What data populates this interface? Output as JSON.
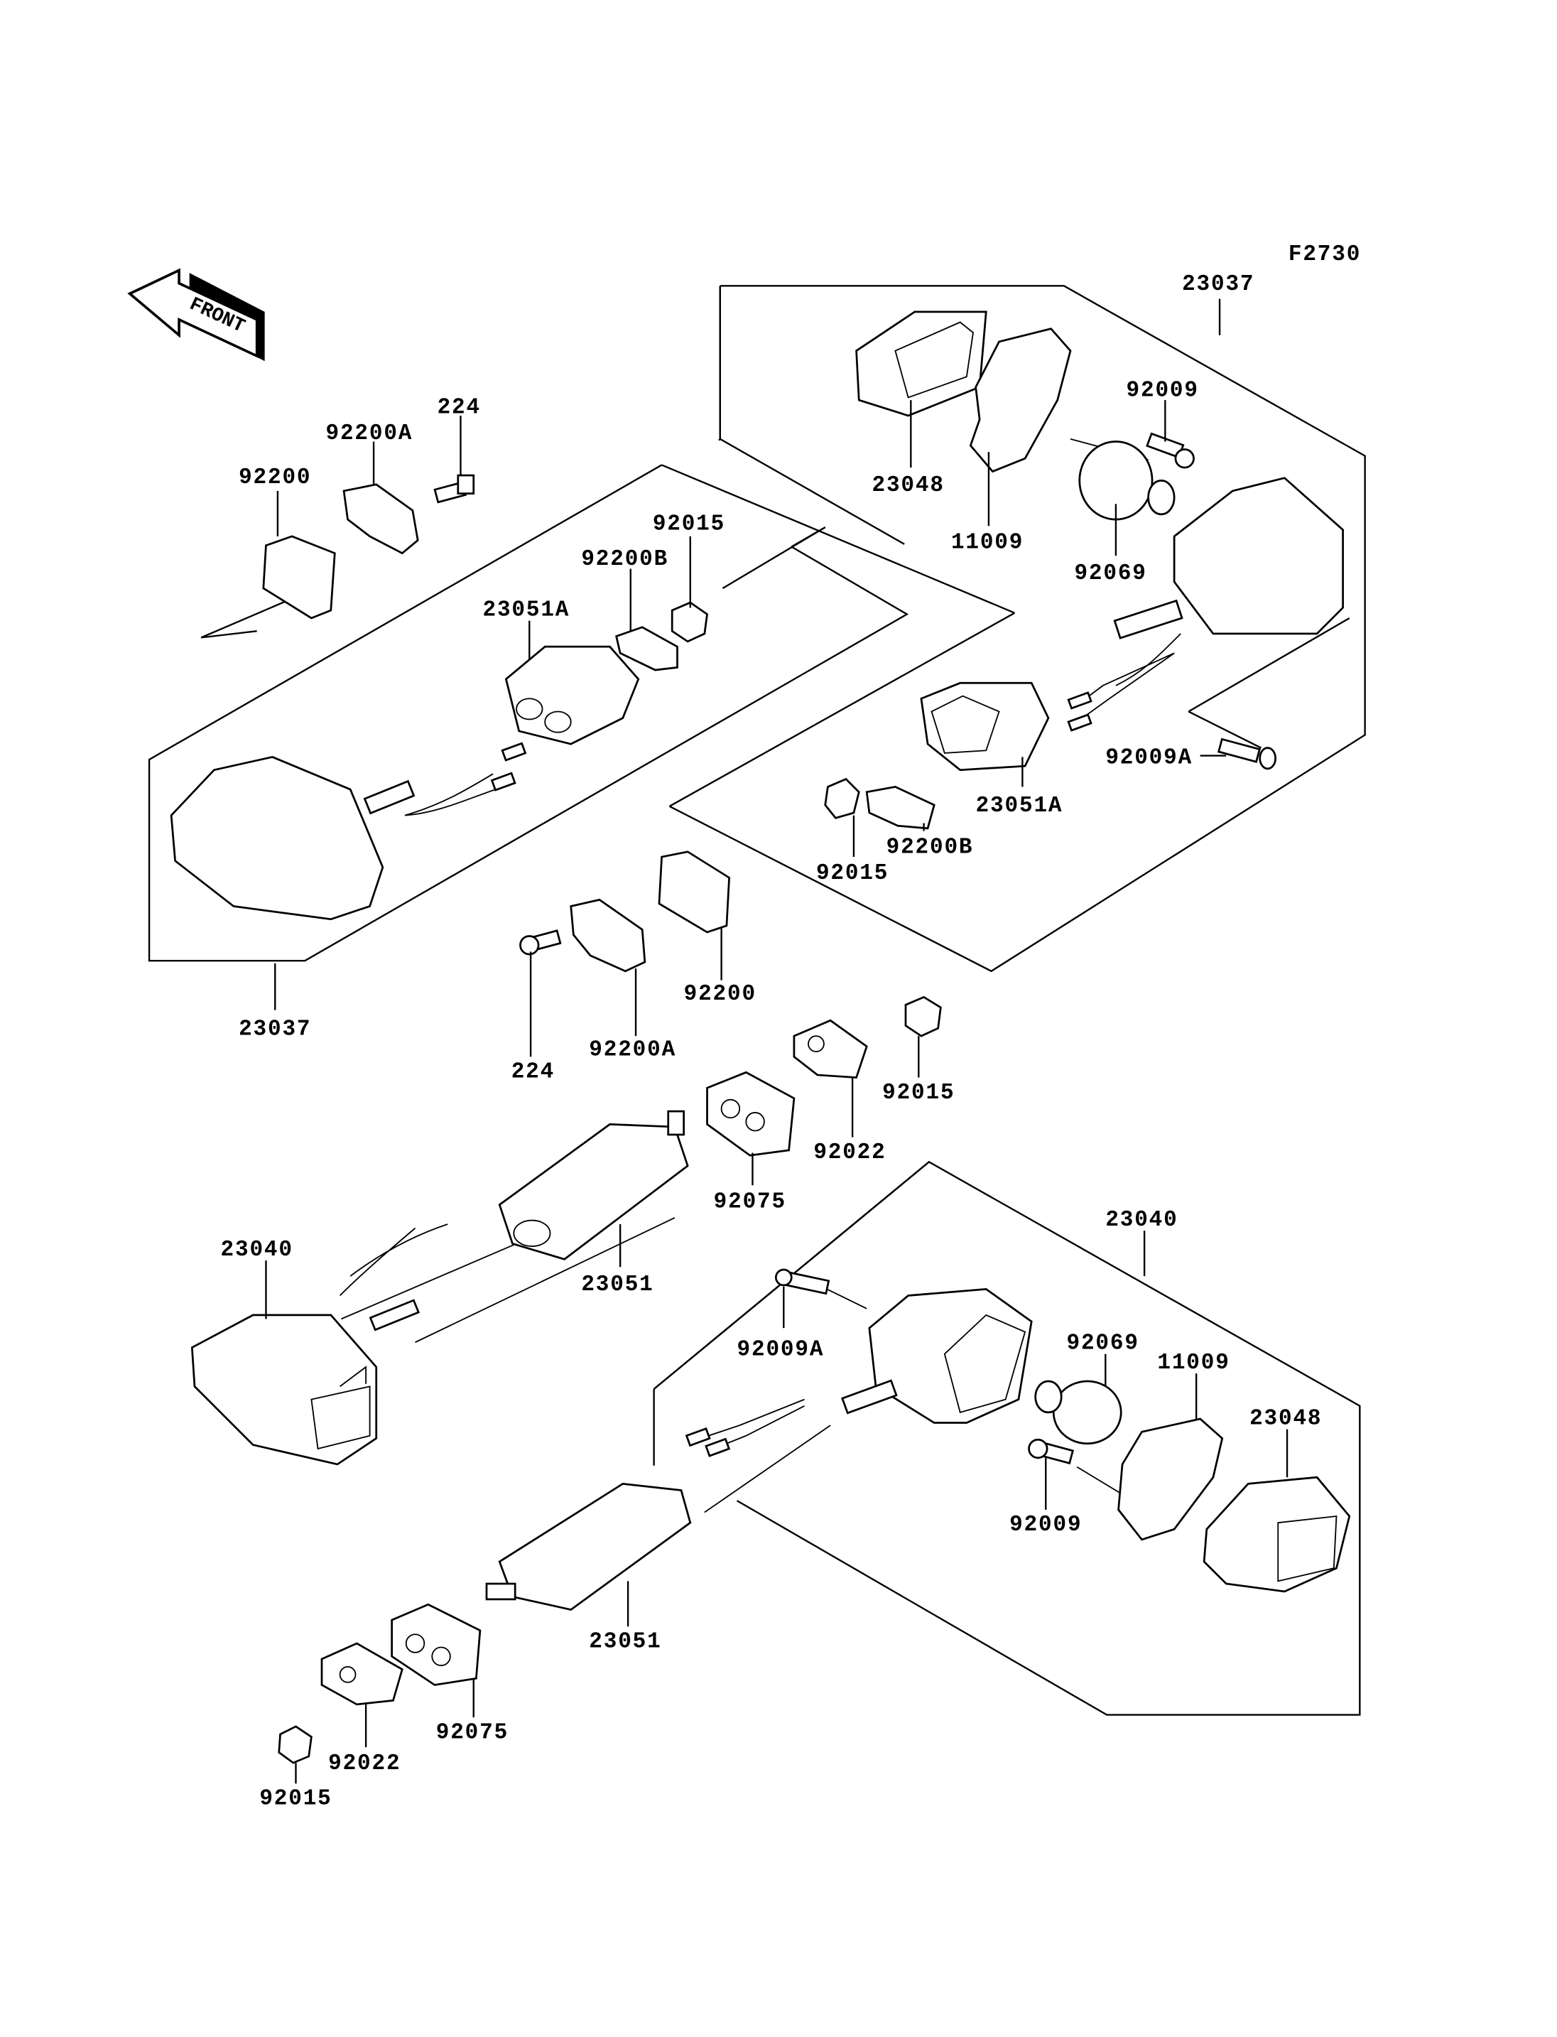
{
  "figure_code": "F2730",
  "front_label": "FRONT",
  "colors": {
    "ink": "#000000",
    "background": "#ffffff"
  },
  "callouts": {
    "c23037_top": "23037",
    "c92009_top": "92009",
    "c23048_top": "23048",
    "c11009_top": "11009",
    "c92069_top": "92069",
    "c92009A_top": "92009A",
    "c23051A_right": "23051A",
    "c92015_right": "92015",
    "c92200B_right": "92200B",
    "c224_top": "224",
    "c92200A_top": "92200A",
    "c92200_top": "92200",
    "c92015_left": "92015",
    "c92200B_left": "92200B",
    "c23051A_left": "23051A",
    "c23037_left": "23037",
    "c92200_mid": "92200",
    "c92200A_mid": "92200A",
    "c224_mid": "224",
    "c92015_mid": "92015",
    "c92022_mid": "92022",
    "c92075_mid": "92075",
    "c23051_mid": "23051",
    "c23040_left": "23040",
    "c23040_right": "23040",
    "c92009A_bot": "92009A",
    "c92069_bot": "92069",
    "c11009_bot": "11009",
    "c23048_bot": "23048",
    "c92009_bot": "92009",
    "c23051_bot": "23051",
    "c92075_bot": "92075",
    "c92022_bot": "92022",
    "c92015_bot": "92015"
  }
}
